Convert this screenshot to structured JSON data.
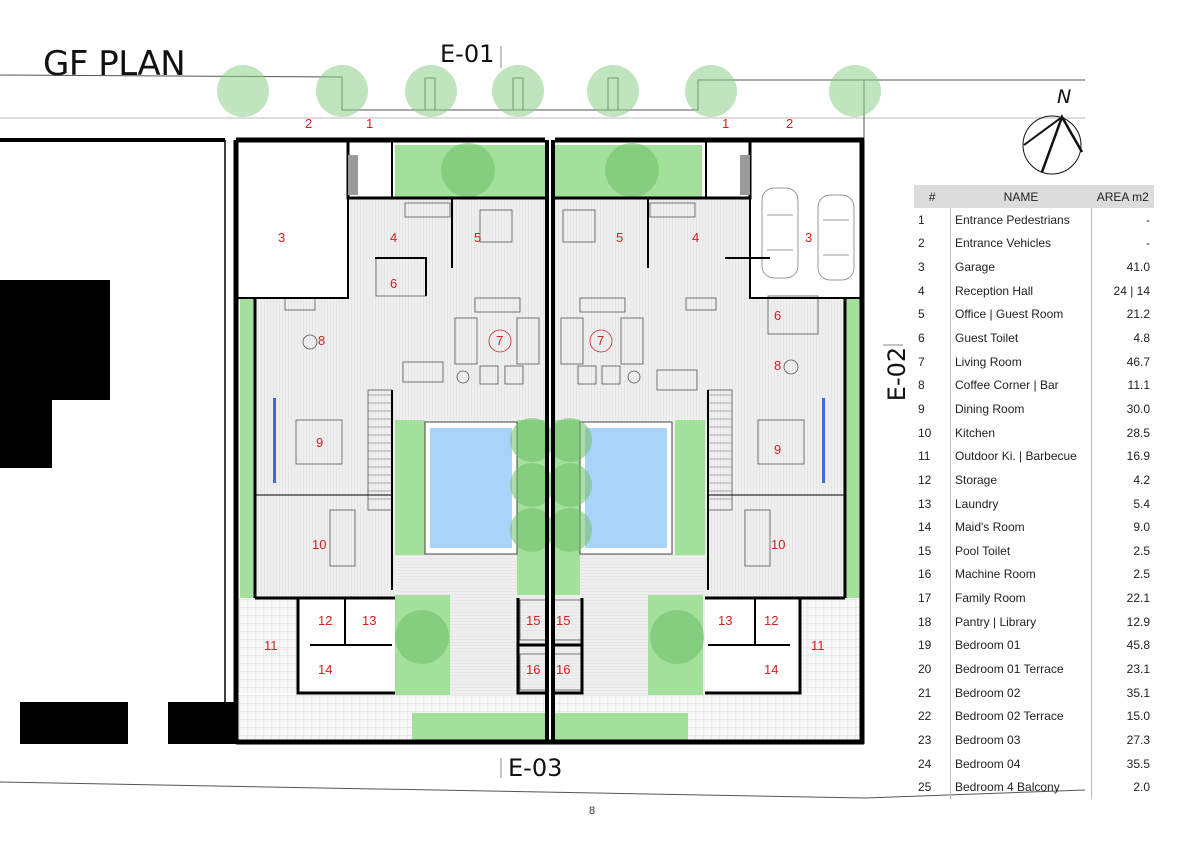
{
  "title": "GF PLAN",
  "elevations": {
    "e01": "E-01",
    "e02": "E-02",
    "e03": "E-03"
  },
  "north_label": "N",
  "page_number": "8",
  "legend": {
    "headers": [
      "#",
      "NAME",
      "AREA m2"
    ],
    "rows": [
      {
        "n": "1",
        "name": "Entrance Pedestrians",
        "area": "-"
      },
      {
        "n": "2",
        "name": "Entrance Vehicles",
        "area": "-"
      },
      {
        "n": "3",
        "name": "Garage",
        "area": "41.0"
      },
      {
        "n": "4",
        "name": "Reception Hall",
        "area": "24 | 14"
      },
      {
        "n": "5",
        "name": "Office | Guest Room",
        "area": "21.2"
      },
      {
        "n": "6",
        "name": "Guest Toilet",
        "area": "4.8"
      },
      {
        "n": "7",
        "name": "Living Room",
        "area": "46.7"
      },
      {
        "n": "8",
        "name": "Coffee Corner | Bar",
        "area": "11.1"
      },
      {
        "n": "9",
        "name": "Dining Room",
        "area": "30.0"
      },
      {
        "n": "10",
        "name": "Kitchen",
        "area": "28.5"
      },
      {
        "n": "11",
        "name": "Outdoor Ki. | Barbecue",
        "area": "16.9"
      },
      {
        "n": "12",
        "name": "Storage",
        "area": "4.2"
      },
      {
        "n": "13",
        "name": "Laundry",
        "area": "5.4"
      },
      {
        "n": "14",
        "name": "Maid's Room",
        "area": "9.0"
      },
      {
        "n": "15",
        "name": "Pool Toilet",
        "area": "2.5"
      },
      {
        "n": "16",
        "name": "Machine Room",
        "area": "2.5"
      },
      {
        "n": "17",
        "name": "Family Room",
        "area": "22.1"
      },
      {
        "n": "18",
        "name": "Pantry | Library",
        "area": "12.9"
      },
      {
        "n": "19",
        "name": "Bedroom 01",
        "area": "45.8"
      },
      {
        "n": "20",
        "name": "Bedroom 01 Terrace",
        "area": "23.1"
      },
      {
        "n": "21",
        "name": "Bedroom 02",
        "area": "35.1"
      },
      {
        "n": "22",
        "name": "Bedroom 02 Terrace",
        "area": "15.0"
      },
      {
        "n": "23",
        "name": "Bedroom 03",
        "area": "27.3"
      },
      {
        "n": "24",
        "name": "Bedroom 04",
        "area": "35.5"
      },
      {
        "n": "25",
        "name": "Bedroom 4 Balcony",
        "area": "2.0"
      }
    ]
  },
  "room_labels": {
    "l1": "1",
    "l2": "2",
    "l3": "3",
    "l4": "4",
    "l5": "5",
    "l6": "6",
    "l7": "7",
    "l8": "8",
    "l9": "9",
    "l10": "10",
    "l11": "11",
    "l12": "12",
    "l13": "13",
    "l14": "14",
    "l15": "15",
    "l16": "16",
    "r1": "1",
    "r2": "2",
    "r3": "3",
    "r4": "4",
    "r5": "5",
    "r6": "6",
    "r7": "7",
    "r8": "8",
    "r9": "9",
    "r10": "10",
    "r11": "11",
    "r12": "12",
    "r13": "13",
    "r14": "14",
    "r15": "15",
    "r16": "16"
  },
  "colors": {
    "walls": "#000000",
    "grass": "#9fdc98",
    "pool": "#a9d3f7",
    "tree": "#7cc576",
    "label": "#d42020",
    "floor": "#ececec"
  }
}
